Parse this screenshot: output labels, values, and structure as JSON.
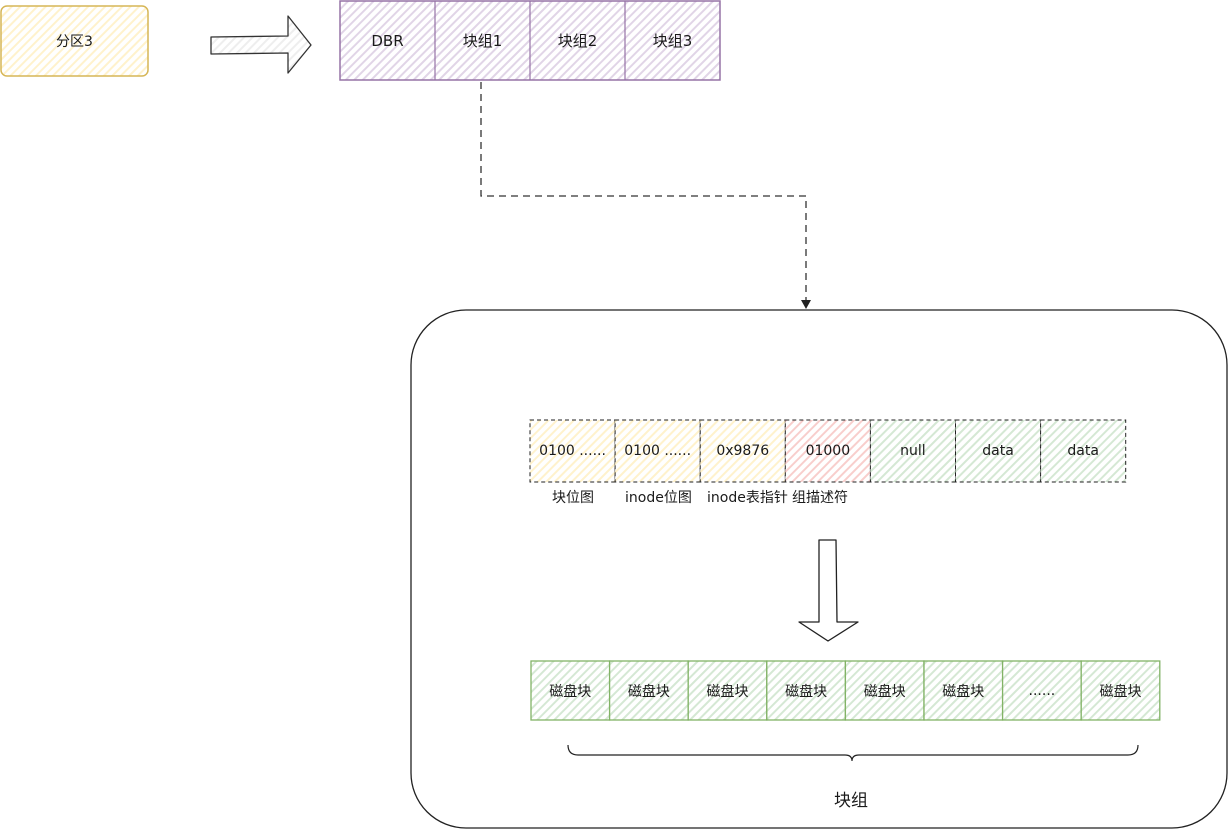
{
  "partition": {
    "label": "分区3",
    "fill": "#fff2cc",
    "stroke": "#d6b656"
  },
  "top_row": {
    "fill": "#e1d5e7",
    "stroke": "#9673a6",
    "cells": [
      {
        "label": "DBR"
      },
      {
        "label": "块组1"
      },
      {
        "label": "块组2"
      },
      {
        "label": "块组3"
      }
    ]
  },
  "block_group_detail": {
    "cells": [
      {
        "label": "0100 ......",
        "fill": "#fff2cc",
        "caption": "块位图"
      },
      {
        "label": "0100 ......",
        "fill": "#fff2cc",
        "caption": "inode位图"
      },
      {
        "label": "0x9876",
        "fill": "#fff2cc",
        "caption": "inode表指针"
      },
      {
        "label": "01000",
        "fill": "#f8cecc",
        "caption": "组描述符"
      },
      {
        "label": "null",
        "fill": "#d5e8d4",
        "caption": ""
      },
      {
        "label": "data",
        "fill": "#d5e8d4",
        "caption": ""
      },
      {
        "label": "data",
        "fill": "#d5e8d4",
        "caption": ""
      }
    ]
  },
  "disk_blocks": {
    "fill": "#d5e8d4",
    "stroke": "#82b366",
    "cells": [
      {
        "label": "磁盘块"
      },
      {
        "label": "磁盘块"
      },
      {
        "label": "磁盘块"
      },
      {
        "label": "磁盘块"
      },
      {
        "label": "磁盘块"
      },
      {
        "label": "磁盘块"
      },
      {
        "label": "......"
      },
      {
        "label": "磁盘块"
      }
    ]
  },
  "brace_label": "块组"
}
